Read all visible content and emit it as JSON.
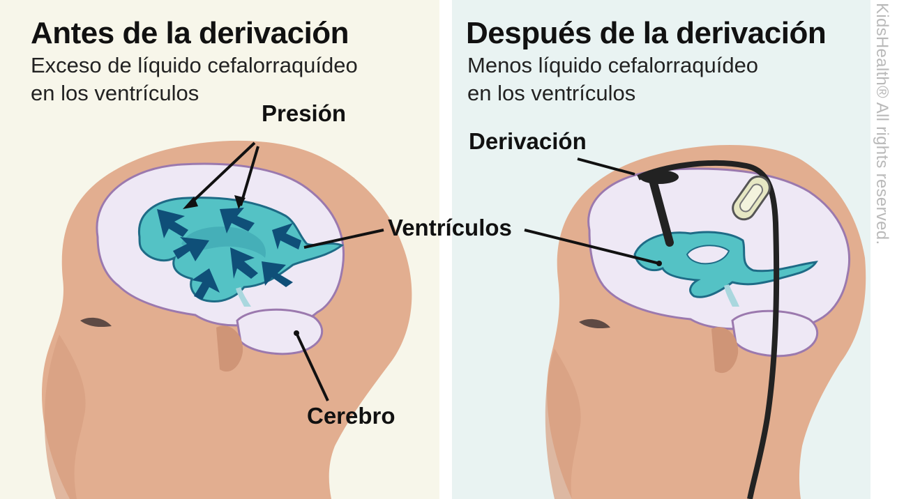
{
  "panels": {
    "before": {
      "title": "Antes de la derivación",
      "subtitle_line1": "Exceso de líquido cefalorraquídeo",
      "subtitle_line2": "en los ventrículos"
    },
    "after": {
      "title": "Después de la derivación",
      "subtitle_line1": "Menos líquido cefalorraquídeo",
      "subtitle_line2": "en los ventrículos"
    }
  },
  "labels": {
    "pressure": "Presión",
    "ventricles": "Ventrículos",
    "brain": "Cerebro",
    "shunt": "Derivación"
  },
  "credit": "KidsHealth® All rights reserved.",
  "colors": {
    "skin": "#e2ae90",
    "skin_shadow": "#cf9577",
    "brain": "#eee8f5",
    "brain_outline": "#9b79ae",
    "ventricle_fill": "#54c2c5",
    "ventricle_dark": "#0f4f78",
    "shunt": "#222222"
  }
}
